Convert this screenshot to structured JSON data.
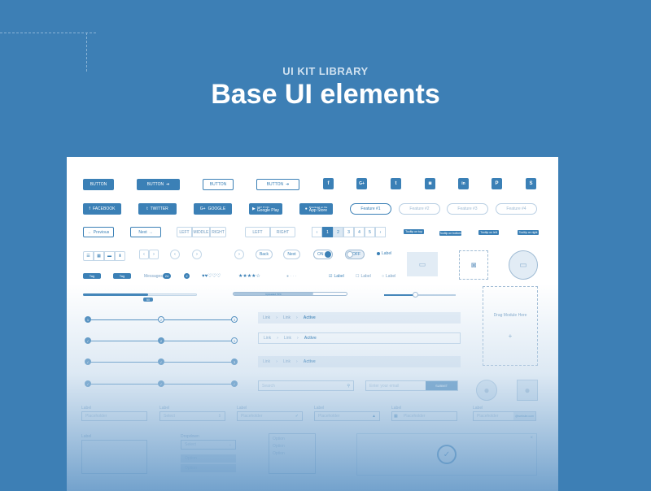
{
  "header": {
    "eyebrow": "UI KIT LIBRARY",
    "title": "Base UI elements"
  },
  "row1": {
    "button": "BUTTON",
    "button_arrow": "BUTTON",
    "button_outline": "BUTTON",
    "button_outline_arrow": "BUTTON"
  },
  "social_squares": [
    "f",
    "G+",
    "t",
    "◙",
    "in",
    "P",
    "S"
  ],
  "row2": {
    "facebook": "FACEBOOK",
    "twitter": "TWITTER",
    "google": "GOOGLE",
    "google_play_small": "GET IT ON",
    "google_play": "Google Play",
    "app_store_small": "Download on the",
    "app_store": "App Store",
    "features": [
      "Feature #1",
      "Feature #2",
      "Feature #3",
      "Feature #4"
    ]
  },
  "row3": {
    "previous": "Previous",
    "next": "Next",
    "seg3": [
      "LEFT",
      "MIDDLE",
      "RIGHT"
    ],
    "seg2": [
      "LEFT",
      "RIGHT"
    ],
    "pages": [
      "‹",
      "1",
      "2",
      "3",
      "4",
      "5",
      "›"
    ],
    "tooltips": [
      "Tooltip on top",
      "Tooltip on bottom",
      "Tooltip on left",
      "Tooltip on right"
    ]
  },
  "row4": {
    "back": "Back",
    "next": "Next",
    "toggle_on": "ON",
    "toggle_off": "OFF",
    "radio_label": "Label"
  },
  "row5": {
    "tag1": "Tag",
    "tag2": "Tag",
    "messages": "Messages",
    "messages_count": "24",
    "badge": "2",
    "hearts": "♥♥♡♡♡",
    "stars": "★★★★☆",
    "checks": [
      "Label",
      "Label",
      "Label"
    ]
  },
  "sliders": {
    "bubble": "50",
    "progress_label": "Uploaded 70%"
  },
  "steps_breadcrumb": [
    "Link",
    "Link",
    "Active"
  ],
  "drag_module": "Drag Module Here",
  "search": {
    "placeholder": "Search",
    "email_placeholder": "Enter your email",
    "submit": "SUBMIT"
  },
  "fields": {
    "labels": [
      "Label",
      "Label",
      "Label",
      "Label",
      "Label",
      "Label"
    ],
    "placeholders": [
      "Placeholder",
      "Select",
      "Placeholder",
      "Placeholder",
      "Placeholder",
      "Placeholder"
    ],
    "email_suffix": "@website.com"
  },
  "bottom": {
    "textarea_label": "Label",
    "dropdown_label": "Dropdown",
    "dropdown_value": "Select",
    "list_items": [
      "Option",
      "Option",
      "Option"
    ],
    "options": [
      "Option",
      "Option"
    ]
  },
  "colors": {
    "background": "#3d7fb5",
    "accent": "#3b80b6"
  }
}
